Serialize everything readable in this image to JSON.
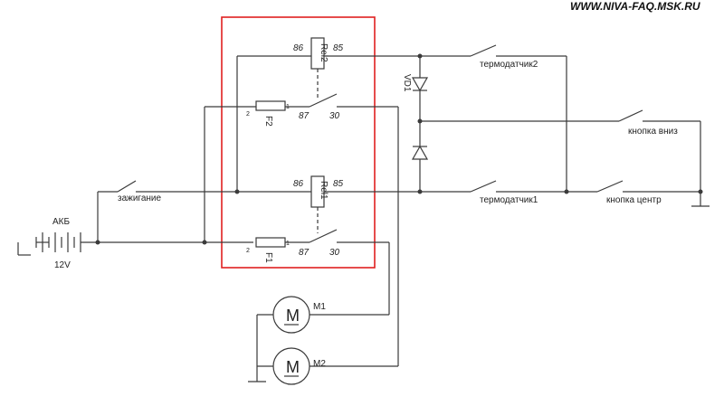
{
  "watermark": "WWW.NIVA-FAQ.MSK.RU",
  "colors": {
    "highlight_box": "#e02020",
    "wire": "#3a3a3a"
  },
  "battery": {
    "label": "АКБ",
    "voltage": "12V"
  },
  "relay2": {
    "name": "Rel2",
    "pin86": "86",
    "pin85": "85",
    "pin87": "87",
    "pin30": "30"
  },
  "relay1": {
    "name": "Rel1",
    "pin86": "86",
    "pin85": "85",
    "pin87": "87",
    "pin30": "30"
  },
  "fuse2": {
    "name": "F2",
    "pin1": "1",
    "pin2": "2"
  },
  "fuse1": {
    "name": "F1",
    "pin1": "1",
    "pin2": "2"
  },
  "diode": {
    "name": "VD1"
  },
  "switches": {
    "ignition": "зажигание",
    "thermo2": "термодатчик2",
    "thermo1": "термодатчик1",
    "button_down": "кнопка вниз",
    "button_center": "кнопка центр"
  },
  "motors": [
    {
      "name": "M1",
      "symbol": "M"
    },
    {
      "name": "M2",
      "symbol": "M"
    }
  ]
}
